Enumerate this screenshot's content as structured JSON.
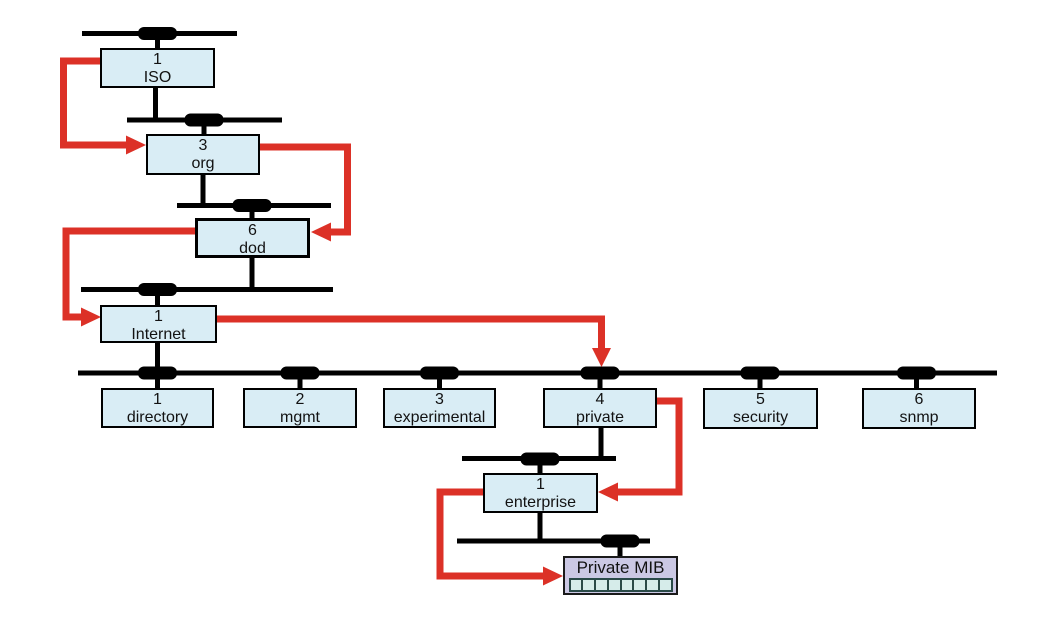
{
  "diagram": {
    "type": "tree",
    "description": "MIB object identifier tree with highlighted path",
    "nodes": {
      "iso": {
        "number": "1",
        "label": "ISO"
      },
      "org": {
        "number": "3",
        "label": "org"
      },
      "dod": {
        "number": "6",
        "label": "dod"
      },
      "internet": {
        "number": "1",
        "label": "Internet"
      },
      "directory": {
        "number": "1",
        "label": "directory"
      },
      "mgmt": {
        "number": "2",
        "label": "mgmt"
      },
      "experimental": {
        "number": "3",
        "label": "experimental"
      },
      "private": {
        "number": "4",
        "label": "private"
      },
      "security": {
        "number": "5",
        "label": "security"
      },
      "snmp": {
        "number": "6",
        "label": "snmp"
      },
      "enterprise": {
        "number": "1",
        "label": "enterprise"
      },
      "private_mib": {
        "label": "Private MIB",
        "cells": 8
      }
    },
    "edges": [
      [
        "iso",
        "org"
      ],
      [
        "org",
        "dod"
      ],
      [
        "dod",
        "internet"
      ],
      [
        "internet",
        "directory"
      ],
      [
        "internet",
        "mgmt"
      ],
      [
        "internet",
        "experimental"
      ],
      [
        "internet",
        "private"
      ],
      [
        "internet",
        "security"
      ],
      [
        "internet",
        "snmp"
      ],
      [
        "private",
        "enterprise"
      ],
      [
        "enterprise",
        "private_mib"
      ]
    ],
    "highlight_arrows": [
      {
        "from": "ISO",
        "to": "org"
      },
      {
        "from": "org",
        "to": "dod"
      },
      {
        "from": "dod",
        "to": "Internet"
      },
      {
        "from": "Internet",
        "to": "private"
      },
      {
        "from": "private",
        "to": "enterprise"
      },
      {
        "from": "enterprise",
        "to": "Private MIB"
      }
    ],
    "colors": {
      "node_fill": "#d9edf5",
      "node_border": "#000000",
      "bus_line": "#000000",
      "arrow_red": "#dc3127",
      "mib_fill": "#cbc8e4",
      "mib_cell_fill": "#d6ecea",
      "mib_cell_border": "#2a4a48",
      "text": "#121212"
    }
  }
}
